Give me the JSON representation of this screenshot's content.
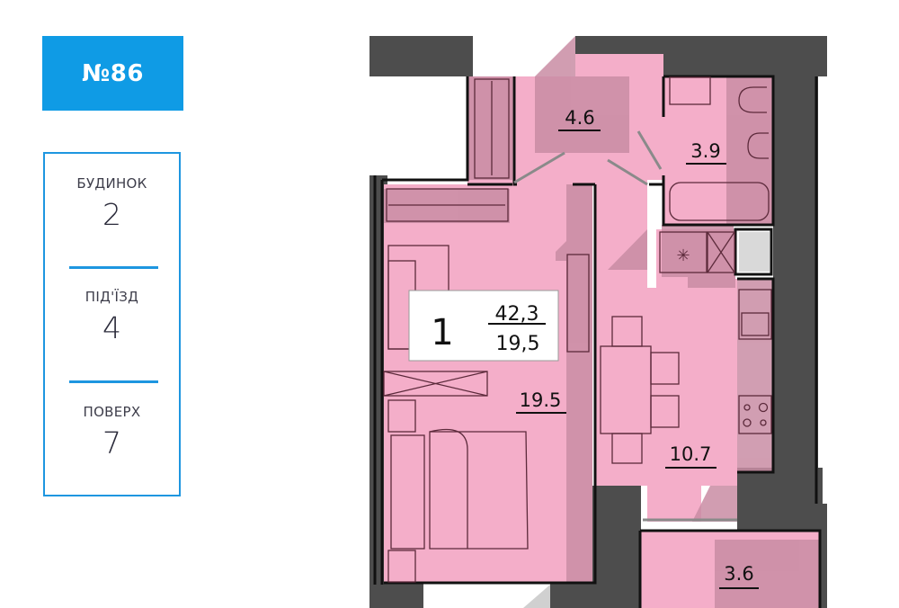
{
  "apartment": {
    "number_label": "№86"
  },
  "info": {
    "building": {
      "label": "БУДИНОК",
      "value": "2"
    },
    "entrance": {
      "label": "ПІД'ЇЗД",
      "value": "4"
    },
    "floor": {
      "label": "ПОВЕРХ",
      "value": "7"
    }
  },
  "floorplan": {
    "summary": {
      "rooms_count": "1",
      "total_area": "42,3",
      "living_area": "19,5"
    },
    "rooms": [
      {
        "name": "hallway",
        "area": "4.6"
      },
      {
        "name": "bathroom",
        "area": "3.9"
      },
      {
        "name": "bedroom-living",
        "area": "19.5"
      },
      {
        "name": "kitchen",
        "area": "10.7"
      },
      {
        "name": "balcony",
        "area": "3.6"
      }
    ],
    "colors": {
      "room_fill": "#f4aec9",
      "shadow_fill": "#c98da4",
      "wall": "#4d4d4d",
      "wall_line": "#111111",
      "accent": "#0f9be5"
    }
  }
}
